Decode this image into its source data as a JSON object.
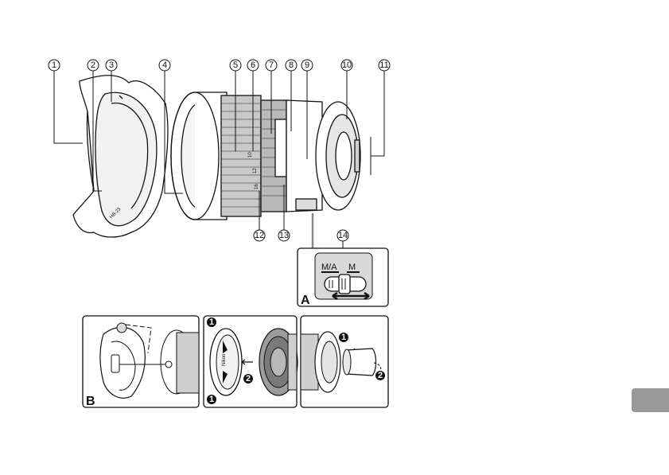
{
  "callouts": [
    "1",
    "2",
    "3",
    "4",
    "5",
    "6",
    "7",
    "8",
    "9",
    "10",
    "11",
    "12",
    "13",
    "14"
  ],
  "panels": {
    "a": {
      "letter": "A",
      "switch_left": "M/A",
      "switch_right": "M"
    },
    "b": {
      "letter": "B"
    }
  },
  "steps": {
    "one": "1",
    "two": "2"
  },
  "lens_text": {
    "zoom_marks": [
      "10",
      "12",
      "16"
    ],
    "brand": "Nikon",
    "hood_model": "HB-23"
  },
  "colors": {
    "tab": "#9a9a9a",
    "line": "#111111",
    "panel_bg": "#d8d8d8"
  }
}
